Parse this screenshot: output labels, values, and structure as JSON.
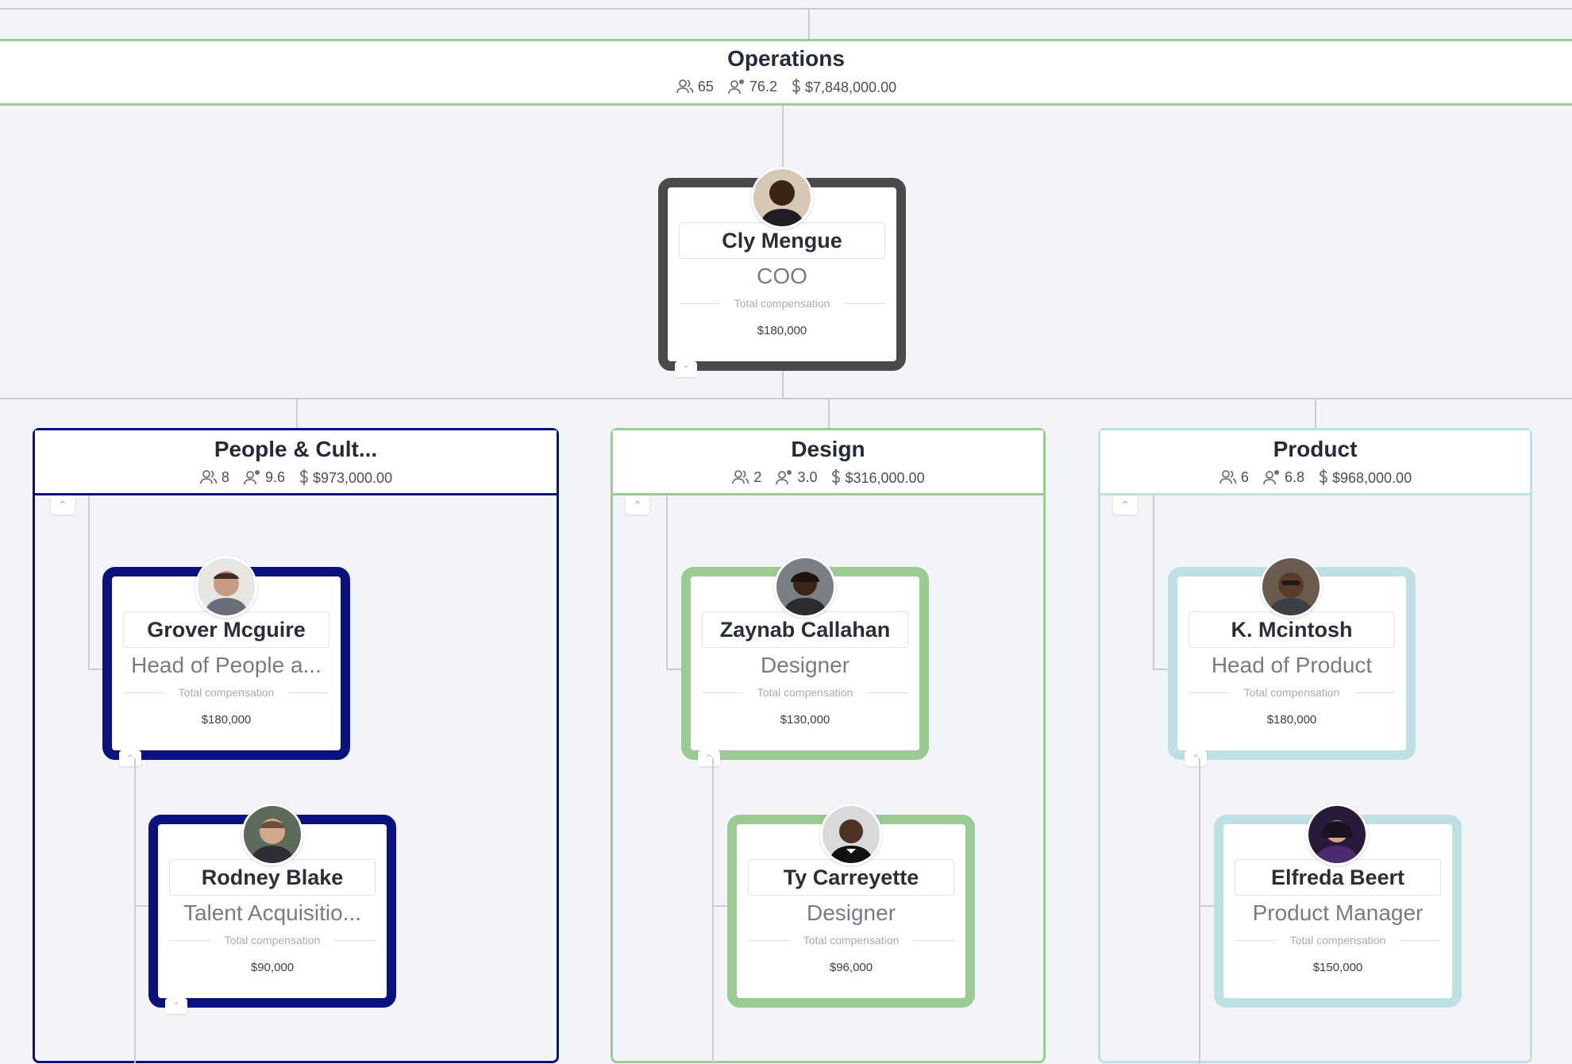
{
  "colors": {
    "operations": "#9acb92",
    "people_culture": "#0b1280",
    "design": "#9acb92",
    "product": "#bde0e5",
    "coo_card": "#4a4a4a",
    "connector": "#c9ccd2"
  },
  "icons": {
    "headcount": "people-icon",
    "span": "manager-icon",
    "budget": "dollar-icon",
    "collapse": "chevron-up-icon"
  },
  "operations": {
    "title": "Operations",
    "headcount": "65",
    "span": "76.2",
    "budget": "$7,848,000.00"
  },
  "coo": {
    "name": "Cly Mengue",
    "role": "COO",
    "comp_label": "Total compensation",
    "comp_value": "$180,000"
  },
  "departments": [
    {
      "title": "People & Cult...",
      "headcount": "8",
      "span": "9.6",
      "budget": "$973,000.00",
      "people": [
        {
          "name": "Grover Mcguire",
          "role": "Head of People a...",
          "comp_label": "Total compensation",
          "comp_value": "$180,000"
        },
        {
          "name": "Rodney Blake",
          "role": "Talent Acquisitio...",
          "comp_label": "Total compensation",
          "comp_value": "$90,000"
        }
      ]
    },
    {
      "title": "Design",
      "headcount": "2",
      "span": "3.0",
      "budget": "$316,000.00",
      "people": [
        {
          "name": "Zaynab Callahan",
          "role": "Designer",
          "comp_label": "Total compensation",
          "comp_value": "$130,000"
        },
        {
          "name": "Ty Carreyette",
          "role": "Designer",
          "comp_label": "Total compensation",
          "comp_value": "$96,000"
        }
      ]
    },
    {
      "title": "Product",
      "headcount": "6",
      "span": "6.8",
      "budget": "$968,000.00",
      "people": [
        {
          "name": "K. Mcintosh",
          "role": "Head of Product",
          "comp_label": "Total compensation",
          "comp_value": "$180,000"
        },
        {
          "name": "Elfreda Beert",
          "role": "Product Manager",
          "comp_label": "Total compensation",
          "comp_value": "$150,000"
        }
      ]
    }
  ]
}
